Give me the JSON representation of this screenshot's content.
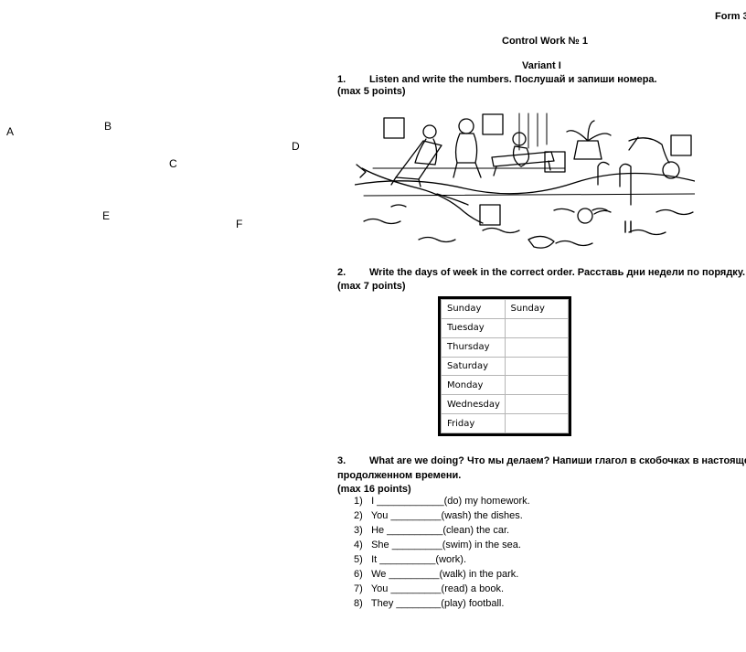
{
  "header": {
    "form": "Form 3",
    "title": "Control Work № 1",
    "variant": "Variant I"
  },
  "letters": [
    "A",
    "B",
    "C",
    "D",
    "E",
    "F"
  ],
  "task1": {
    "number": "1.",
    "text": "Listen and write the numbers. Послушай и запиши номера.",
    "points": "(max 5 points)"
  },
  "task2": {
    "number": "2.",
    "text": "Write the days of week in the correct order.  Расставь дни недели по порядку.",
    "points": "(max 7 points)",
    "table": [
      [
        "Sunday",
        "Sunday"
      ],
      [
        "Tuesday",
        ""
      ],
      [
        "Thursday",
        ""
      ],
      [
        "Saturday",
        ""
      ],
      [
        "Monday",
        ""
      ],
      [
        "Wednesday",
        ""
      ],
      [
        "Friday",
        ""
      ]
    ]
  },
  "task3": {
    "number": "3.",
    "text_line1": "What are we doing?  Что мы делаем? Напиши глагол в скобочках в настоящем",
    "text_line2": "продолженном времени.",
    "points": "(max 16 points)",
    "items": [
      {
        "num": "1)",
        "text": "I ____________(do) my homework."
      },
      {
        "num": "2)",
        "text": "You _________(wash) the dishes."
      },
      {
        "num": "3)",
        "text": "He __________(clean) the car."
      },
      {
        "num": "4)",
        "text": "She _________(swim) in the sea."
      },
      {
        "num": "5)",
        "text": "It __________(work)."
      },
      {
        "num": "6)",
        "text": "We _________(walk) in the park."
      },
      {
        "num": "7)",
        "text": "You _________(read) a book."
      },
      {
        "num": "8)",
        "text": "They ________(play) football."
      }
    ]
  }
}
